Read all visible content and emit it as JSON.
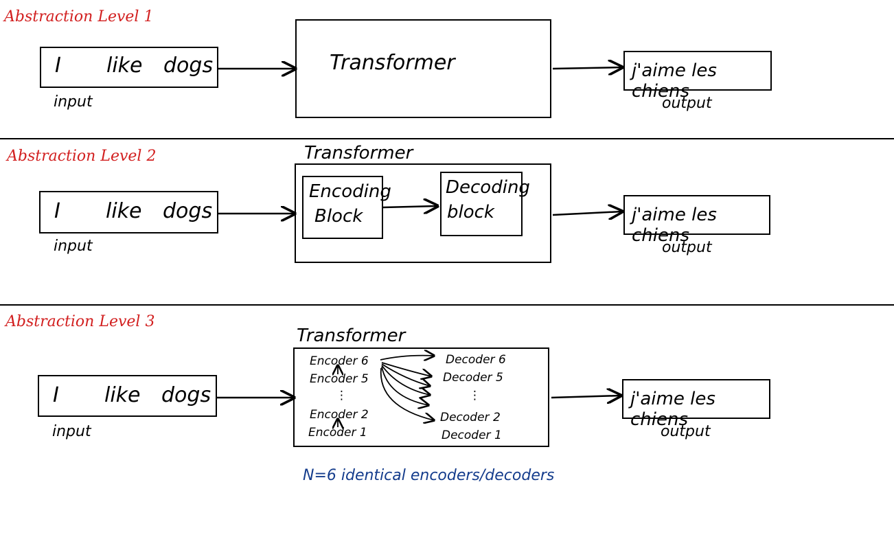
{
  "levels": [
    {
      "title": "Abstraction Level 1",
      "input_text": [
        "I",
        "like",
        "dogs"
      ],
      "input_caption": "input",
      "transformer_label": "Transformer",
      "output_text": "j'aime les chiens",
      "output_caption": "output"
    },
    {
      "title": "Abstraction Level 2",
      "input_text": [
        "I",
        "like",
        "dogs"
      ],
      "input_caption": "input",
      "transformer_label": "Transformer",
      "encoding_block": [
        "Encoding",
        "Block"
      ],
      "decoding_block": [
        "Decoding",
        "block"
      ],
      "output_text": "j'aime les chiens",
      "output_caption": "output"
    },
    {
      "title": "Abstraction Level 3",
      "input_text": [
        "I",
        "like",
        "dogs"
      ],
      "input_caption": "input",
      "transformer_label": "Transformer",
      "encoders": [
        "Encoder 6",
        "Encoder 5",
        "⋮",
        "Encoder 2",
        "Encoder 1"
      ],
      "decoders": [
        "Decoder 6",
        "Decoder 5",
        "⋮",
        "Decoder 2",
        "Decoder 1"
      ],
      "output_text": "j'aime les chiens",
      "output_caption": "output",
      "note": "N=6 identical encoders/decoders"
    }
  ],
  "colors": {
    "title": "#d21f1f",
    "note": "#143c8c",
    "ink": "#000000"
  }
}
